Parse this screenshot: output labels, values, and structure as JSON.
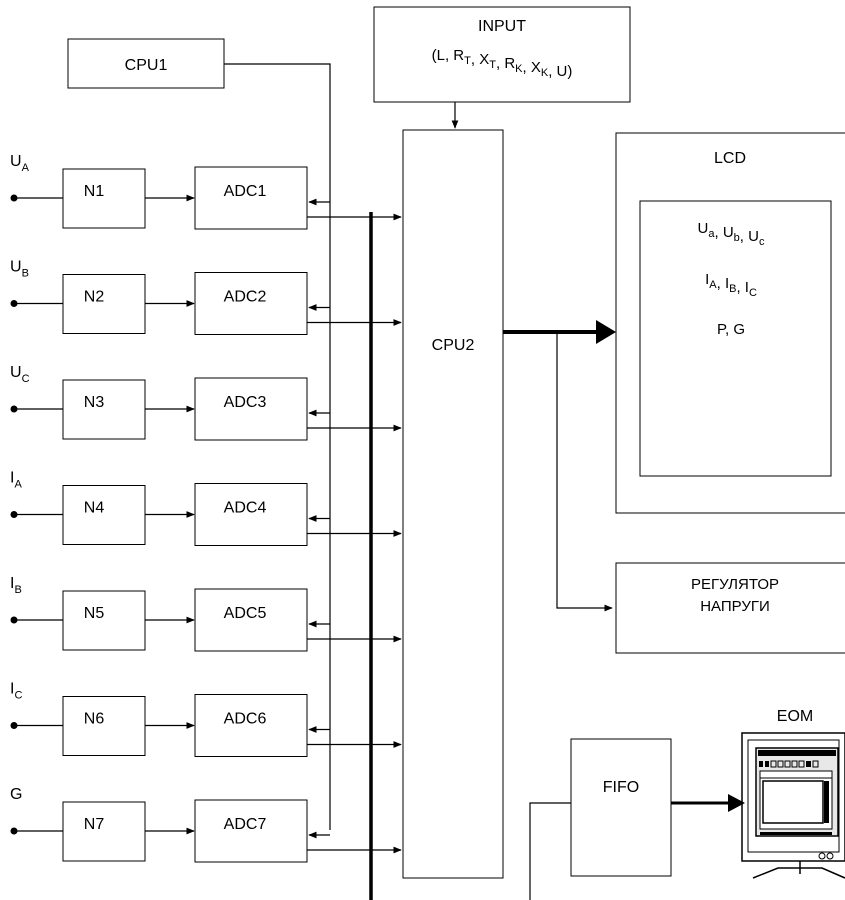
{
  "blocks": {
    "cpu1": "CPU1",
    "cpu2": "CPU2",
    "input_title": "INPUT",
    "input_params": [
      {
        "base": "L",
        "sub": ""
      },
      {
        "base": "R",
        "sub": "T"
      },
      {
        "base": "X",
        "sub": "T"
      },
      {
        "base": "R",
        "sub": "K"
      },
      {
        "base": "X",
        "sub": "K"
      },
      {
        "base": "U",
        "sub": ""
      }
    ],
    "lcd_title": "LCD",
    "lcd_lines": [
      [
        {
          "base": "U",
          "sub": "a"
        },
        {
          "base": "U",
          "sub": "b"
        },
        {
          "base": "U",
          "sub": "c"
        }
      ],
      [
        {
          "base": "I",
          "sub": "A"
        },
        {
          "base": "I",
          "sub": "B"
        },
        {
          "base": "I",
          "sub": "C"
        }
      ],
      [
        {
          "base": "P",
          "sub": ""
        },
        {
          "base": "G",
          "sub": ""
        }
      ]
    ],
    "regulator_line1": "РЕГУЛЯТОР",
    "regulator_line2": "НАПРУГИ",
    "fifo": "FIFO",
    "eom": "EOM"
  },
  "channels": [
    {
      "input": "U",
      "input_sub": "A",
      "normalizer": "N1",
      "adc": "ADC1"
    },
    {
      "input": "U",
      "input_sub": "B",
      "normalizer": "N2",
      "adc": "ADC2"
    },
    {
      "input": "U",
      "input_sub": "C",
      "normalizer": "N3",
      "adc": "ADC3"
    },
    {
      "input": "I",
      "input_sub": "A",
      "normalizer": "N4",
      "adc": "ADC4"
    },
    {
      "input": "I",
      "input_sub": "B",
      "normalizer": "N5",
      "adc": "ADC5"
    },
    {
      "input": "I",
      "input_sub": "C",
      "normalizer": "N6",
      "adc": "ADC6"
    },
    {
      "input": "G",
      "input_sub": "",
      "normalizer": "N7",
      "adc": "ADC7"
    }
  ]
}
